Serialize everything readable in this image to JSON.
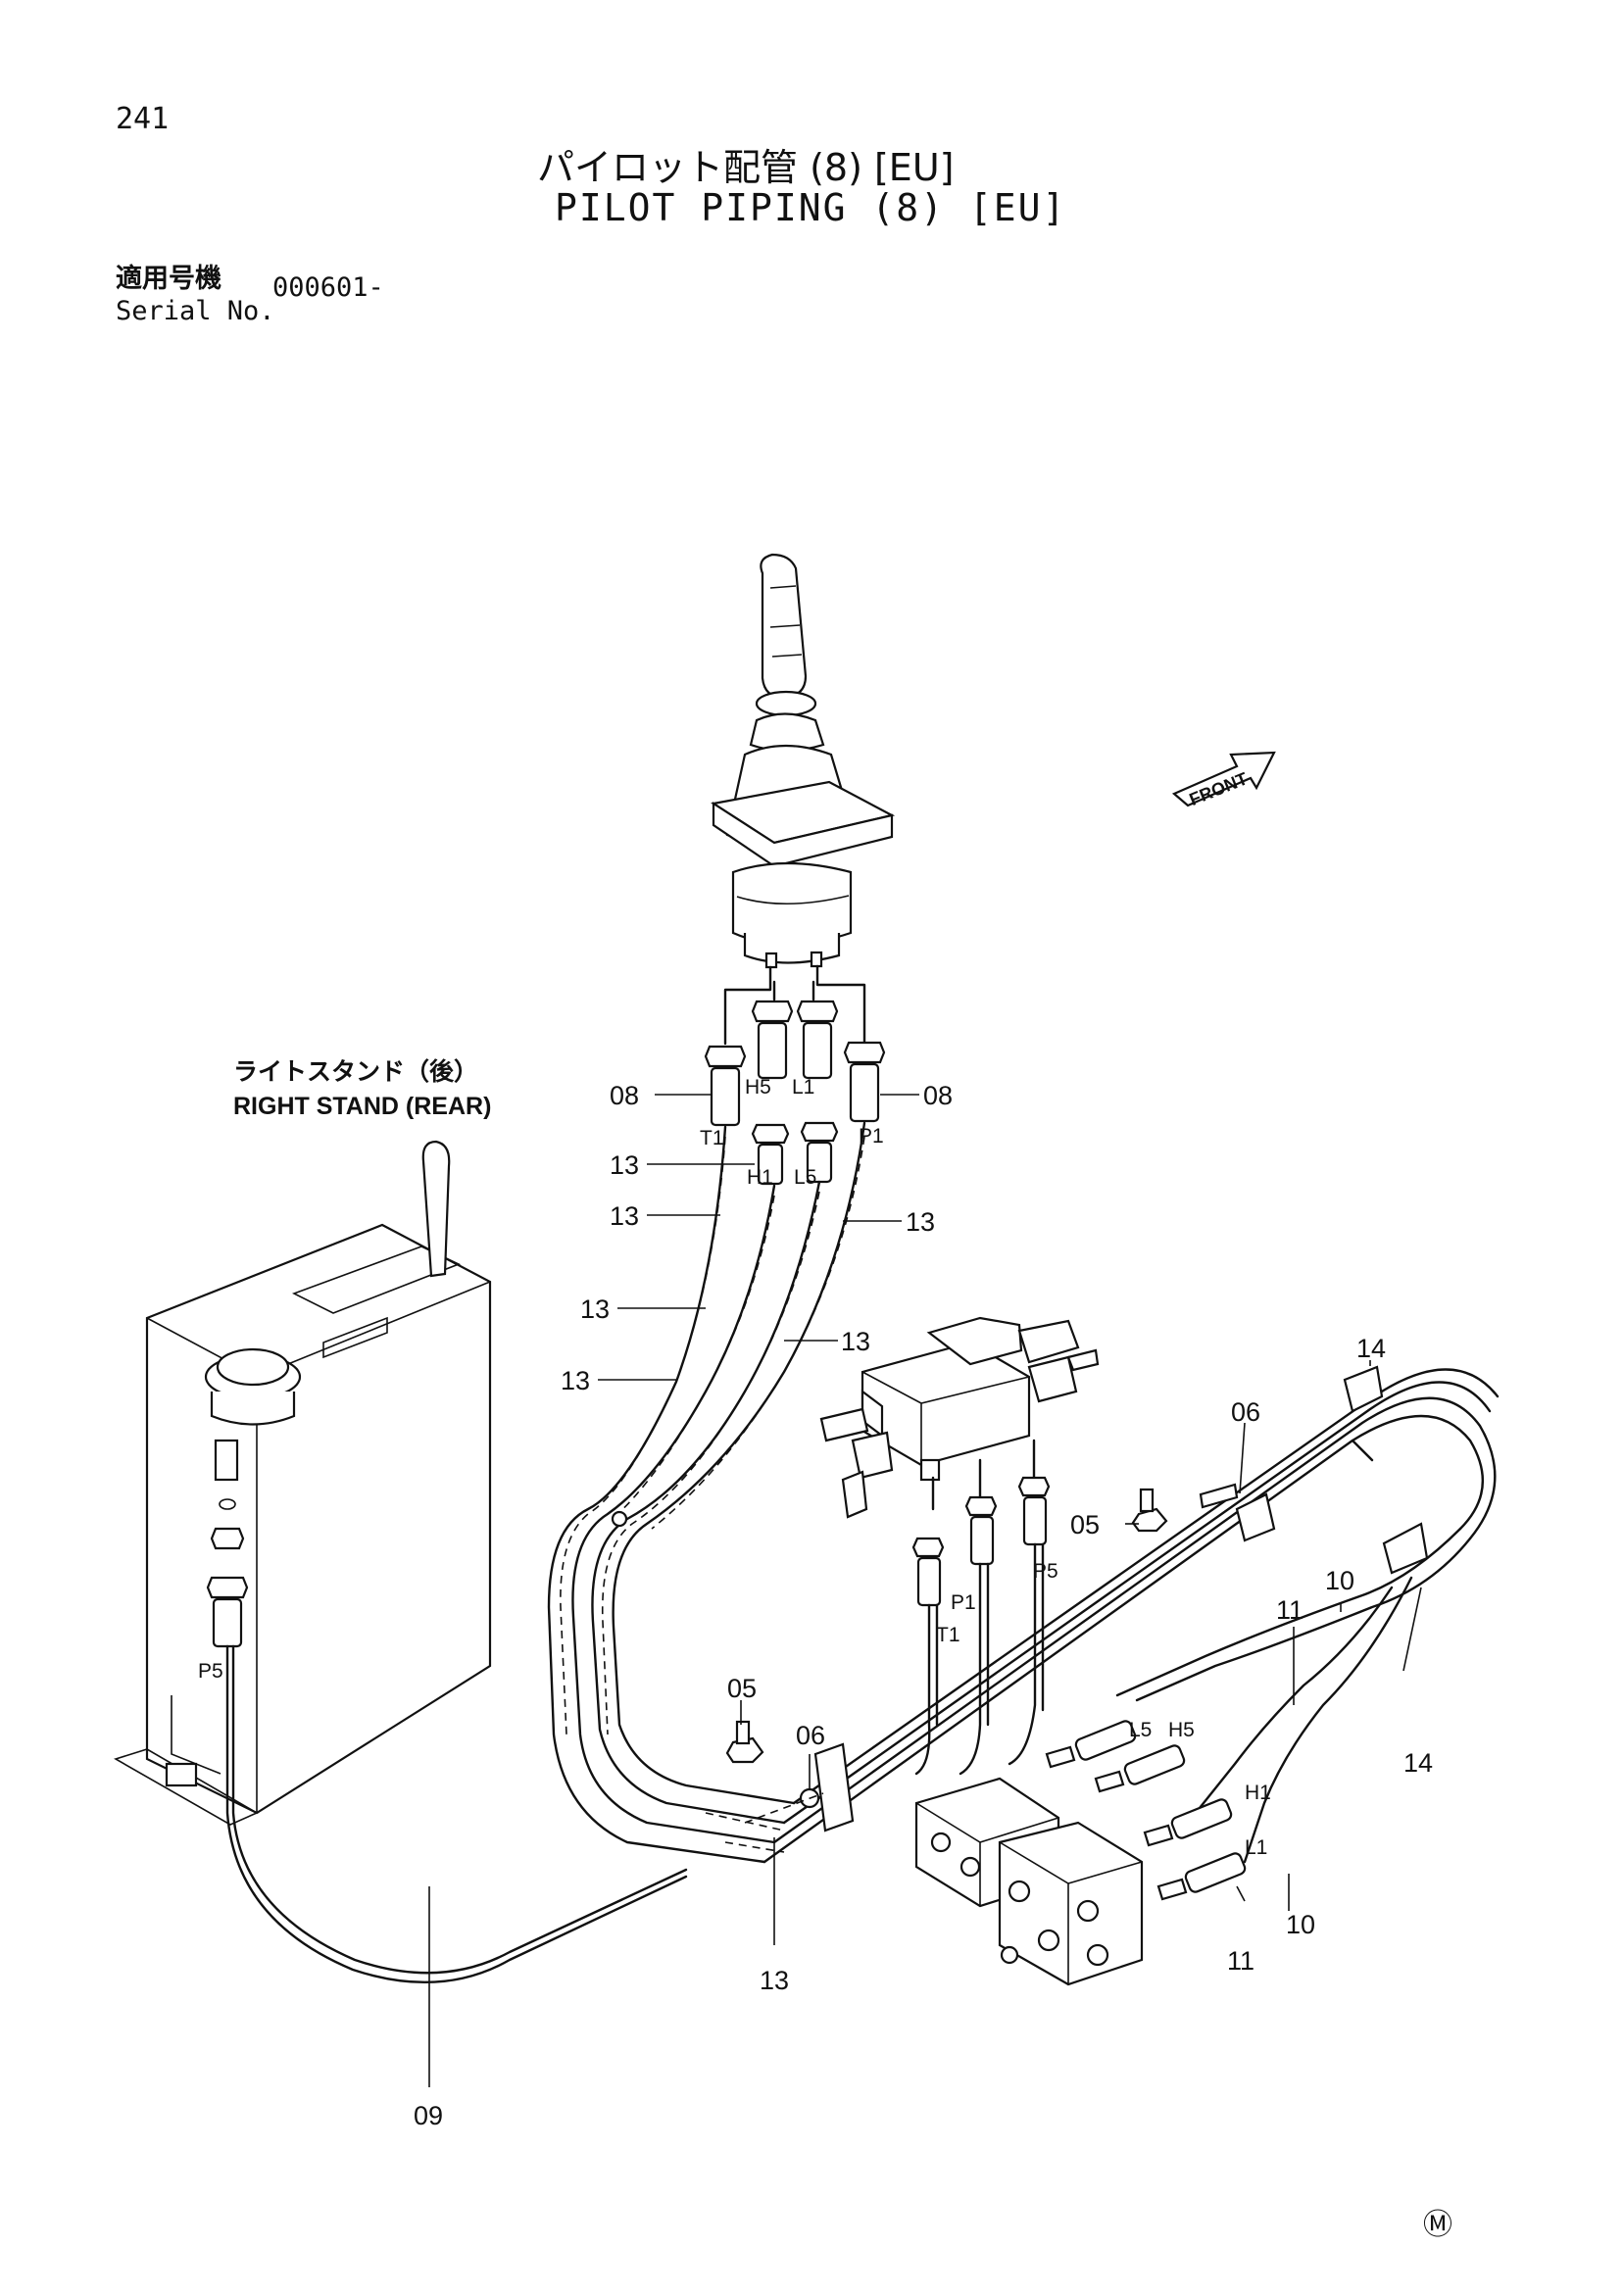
{
  "page": {
    "number": "241"
  },
  "title": {
    "jp": "パイロット配管 (8) [EU]",
    "en": "PILOT PIPING (8) [EU]"
  },
  "serial": {
    "label_jp": "適用号機",
    "label_en": "Serial No.",
    "value": "000601-"
  },
  "stand": {
    "jp": "ライトスタンド（後）",
    "en": "RIGHT STAND (REAR)"
  },
  "front_label": "FRONT",
  "mark": "Ⓜ",
  "parts": {
    "p05a": "05",
    "p05b": "05",
    "p06a": "06",
    "p06b": "06",
    "p08a": "08",
    "p08b": "08",
    "p09": "09",
    "p10a": "10",
    "p10b": "10",
    "p11a": "11",
    "p11b": "11",
    "p13a": "13",
    "p13b": "13",
    "p13c": "13",
    "p13d": "13",
    "p13e": "13",
    "p13f": "13",
    "p13g": "13",
    "p14a": "14",
    "p14b": "14"
  },
  "ports": {
    "t1a": "T1",
    "h5a": "H5",
    "l1a": "L1",
    "p1a": "P1",
    "h1a": "H1",
    "l5a": "L5",
    "p5a": "P5",
    "p1b": "P1",
    "t1b": "T1",
    "p5b": "P5",
    "l5b": "L5",
    "h5b": "H5",
    "h1b": "H1",
    "l1b": "L1"
  }
}
